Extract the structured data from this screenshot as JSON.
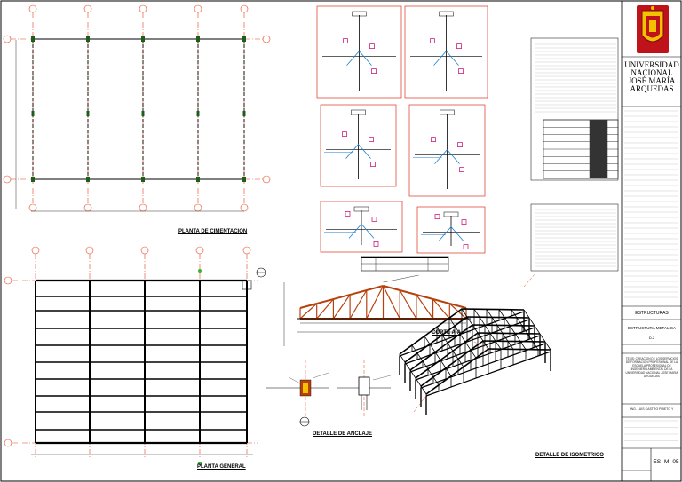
{
  "titles": {
    "plan_foundation": "PLANTA DE CIMENTACION",
    "plan_general": "PLANTA GENERAL",
    "section": "CORTE A-A",
    "anchor_detail": "DETALLE DE ANCLAJE",
    "isometric": "DETALLE DE ISOMETRICO"
  },
  "title_block": {
    "university": [
      "UNIVERSIDAD",
      "NACIONAL",
      "JOSÉ MARÍA",
      "ARQUEDAS"
    ],
    "specialty": "ESTRUCTURAS",
    "drawing_name": "ESTRUCTURA METALICA",
    "drawing_sub": "D-2",
    "thesis": "TESIS: CREACION DE LOS SERVICIOS DE FORMACION PROFESIONAL DE LA ESCUELA PROFESIONAL DE INGENIERIA AMBIENTAL DE LA UNIVERSIDAD NACIONAL JOSE MARIA ARGUEDAS",
    "engineer": "ING. LUIS CASTRO PRIETO Y",
    "sheet_code": "ES- M -05"
  },
  "colors": {
    "grid_axis": "#e8401c",
    "member": "#000000",
    "rafter": "#b7410e",
    "detail_frame": "#e03020",
    "detail_blue": "#1a7fd0",
    "detail_magenta": "#c8006a",
    "logo_red": "#c0121b",
    "logo_gold": "#f2c200"
  }
}
